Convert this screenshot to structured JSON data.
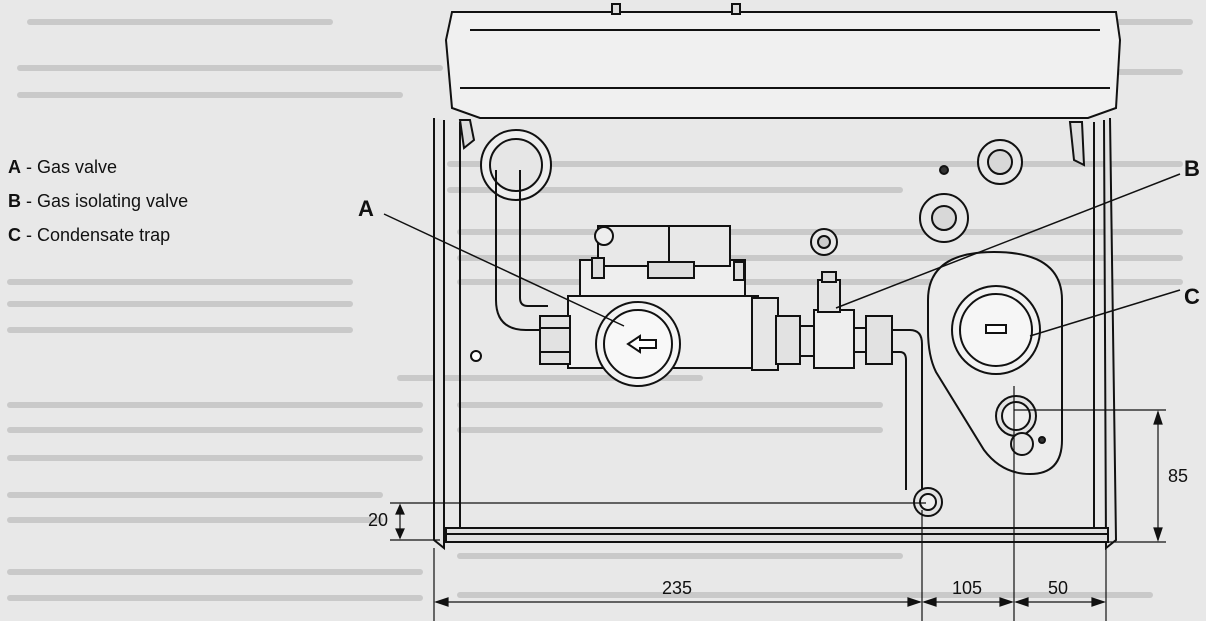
{
  "legend": [
    {
      "key": "A",
      "sep": " - ",
      "label": "Gas valve"
    },
    {
      "key": "B",
      "sep": " - ",
      "label": "Gas isolating valve"
    },
    {
      "key": "C",
      "sep": " - ",
      "label": "Condensate trap"
    }
  ],
  "callouts": {
    "a": "A",
    "b": "B",
    "c": "C"
  },
  "dimensions": {
    "width_left": "235",
    "width_mid": "105",
    "width_right": "50",
    "height_trap": "85",
    "height_pipe": "20"
  }
}
